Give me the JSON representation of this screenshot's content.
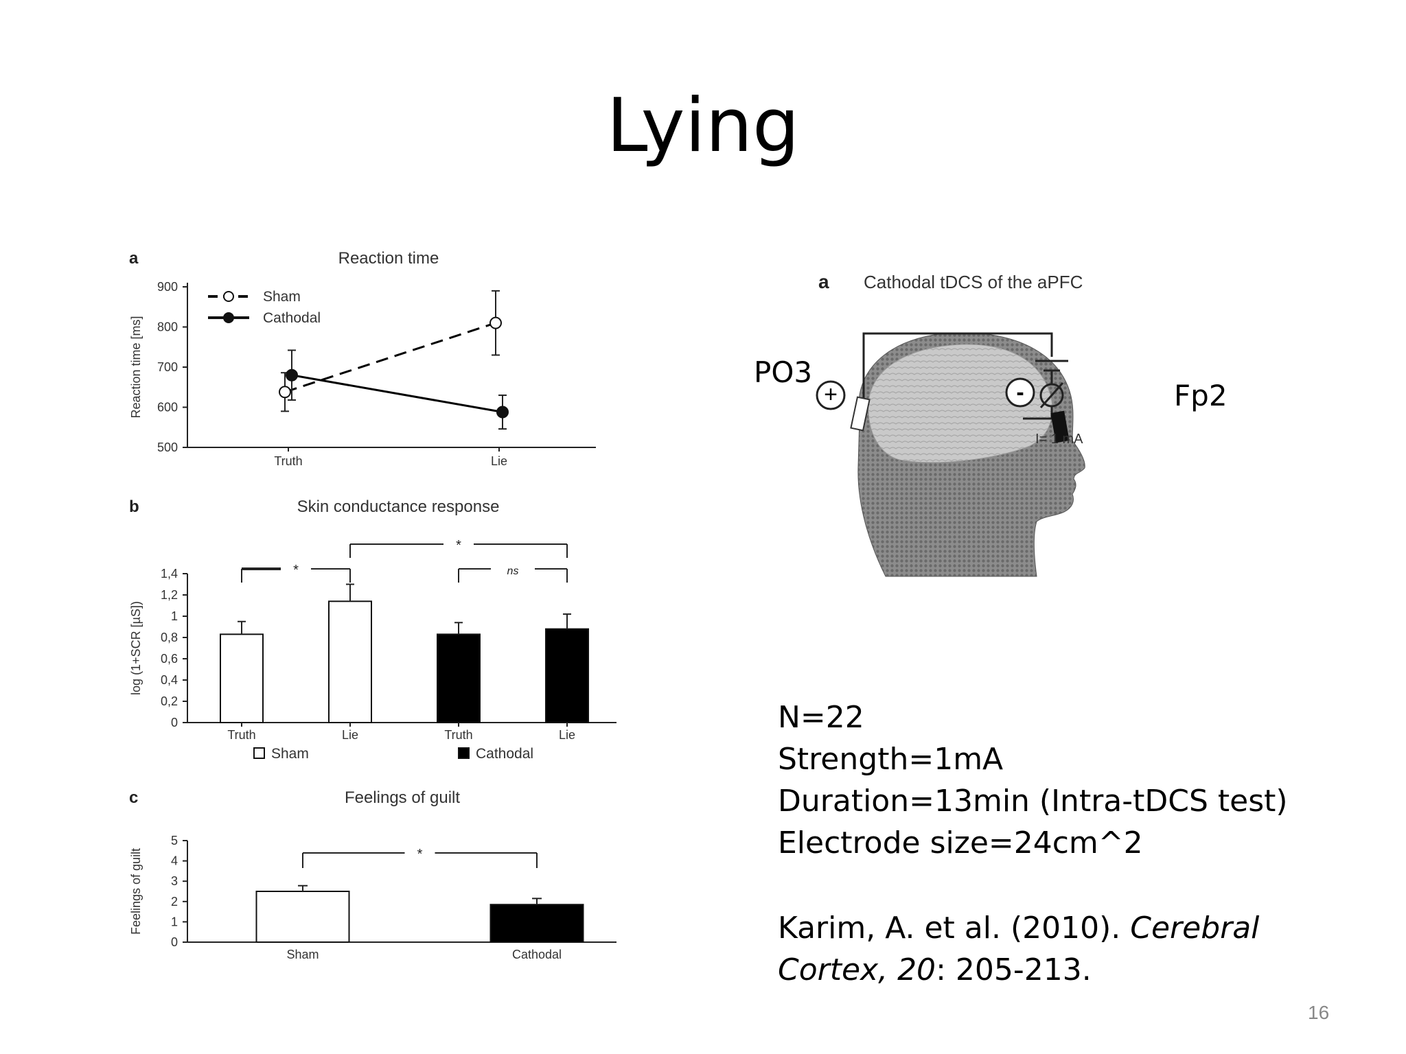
{
  "slide": {
    "title": "Lying",
    "page_number": "16"
  },
  "chart_data": [
    {
      "panel": "a",
      "type": "line",
      "title": "Reaction time",
      "xlabel": "",
      "ylabel": "Reaction time [ms]",
      "categories": [
        "Truth",
        "Lie"
      ],
      "ylim": [
        500,
        900
      ],
      "yticks": [
        "500",
        "600",
        "700",
        "800",
        "900"
      ],
      "legend_position": "top-left",
      "series": [
        {
          "name": "Sham",
          "values": [
            638,
            810
          ],
          "errors": [
            48,
            80
          ],
          "style": "dashed",
          "marker": "open",
          "color": "#000000"
        },
        {
          "name": "Cathodal",
          "values": [
            680,
            588
          ],
          "errors": [
            62,
            42
          ],
          "style": "solid",
          "marker": "filled",
          "color": "#000000"
        }
      ]
    },
    {
      "panel": "b",
      "type": "bar",
      "title": "Skin conductance response",
      "ylabel": "log (1+SCR [µS])",
      "categories": [
        "Truth",
        "Lie",
        "Truth",
        "Lie"
      ],
      "ylim": [
        0,
        1.4
      ],
      "yticks": [
        "0",
        "0,2",
        "0,4",
        "0,6",
        "0,8",
        "1",
        "1,2",
        "1,4"
      ],
      "groups": [
        "Sham",
        "Sham",
        "Cathodal",
        "Cathodal"
      ],
      "values": [
        0.83,
        1.14,
        0.83,
        0.88
      ],
      "errors": [
        0.12,
        0.16,
        0.11,
        0.14
      ],
      "legend": [
        {
          "name": "Sham",
          "color": "#ffffff"
        },
        {
          "name": "Cathodal",
          "color": "#000000"
        }
      ],
      "annotations": [
        {
          "from": 0,
          "to": 1,
          "label": "*",
          "level": 1
        },
        {
          "from": 2,
          "to": 3,
          "label": "ns",
          "level": 1
        },
        {
          "from": 1,
          "to": 3,
          "label": "*",
          "level": 2
        }
      ]
    },
    {
      "panel": "c",
      "type": "bar",
      "title": "Feelings of guilt",
      "ylabel": "Feelings of guilt",
      "categories": [
        "Sham",
        "Cathodal"
      ],
      "ylim": [
        0,
        5
      ],
      "yticks": [
        "0",
        "1",
        "2",
        "3",
        "4",
        "5"
      ],
      "values": [
        2.5,
        1.85
      ],
      "errors": [
        0.28,
        0.3
      ],
      "colors": [
        "#ffffff",
        "#000000"
      ],
      "annotations": [
        {
          "from": 0,
          "to": 1,
          "label": "*"
        }
      ]
    }
  ],
  "diagram": {
    "panel": "a",
    "title": "Cathodal tDCS of the aPFC",
    "anode_label": "PO3",
    "cathode_label": "Fp2",
    "current_label": "I= 1 mA",
    "plus_symbol": "+",
    "minus_symbol": "-"
  },
  "info": {
    "n": "N=22",
    "strength": "Strength=1mA",
    "duration": "Duration=13min (Intra-tDCS test)",
    "electrode": "Electrode size=24cm^2"
  },
  "citation": {
    "authors": "Karim, A. et al. (2010). ",
    "journal_line1": "Cerebral",
    "journal_line2": "Cortex, 20",
    "pages": ": 205-213."
  }
}
